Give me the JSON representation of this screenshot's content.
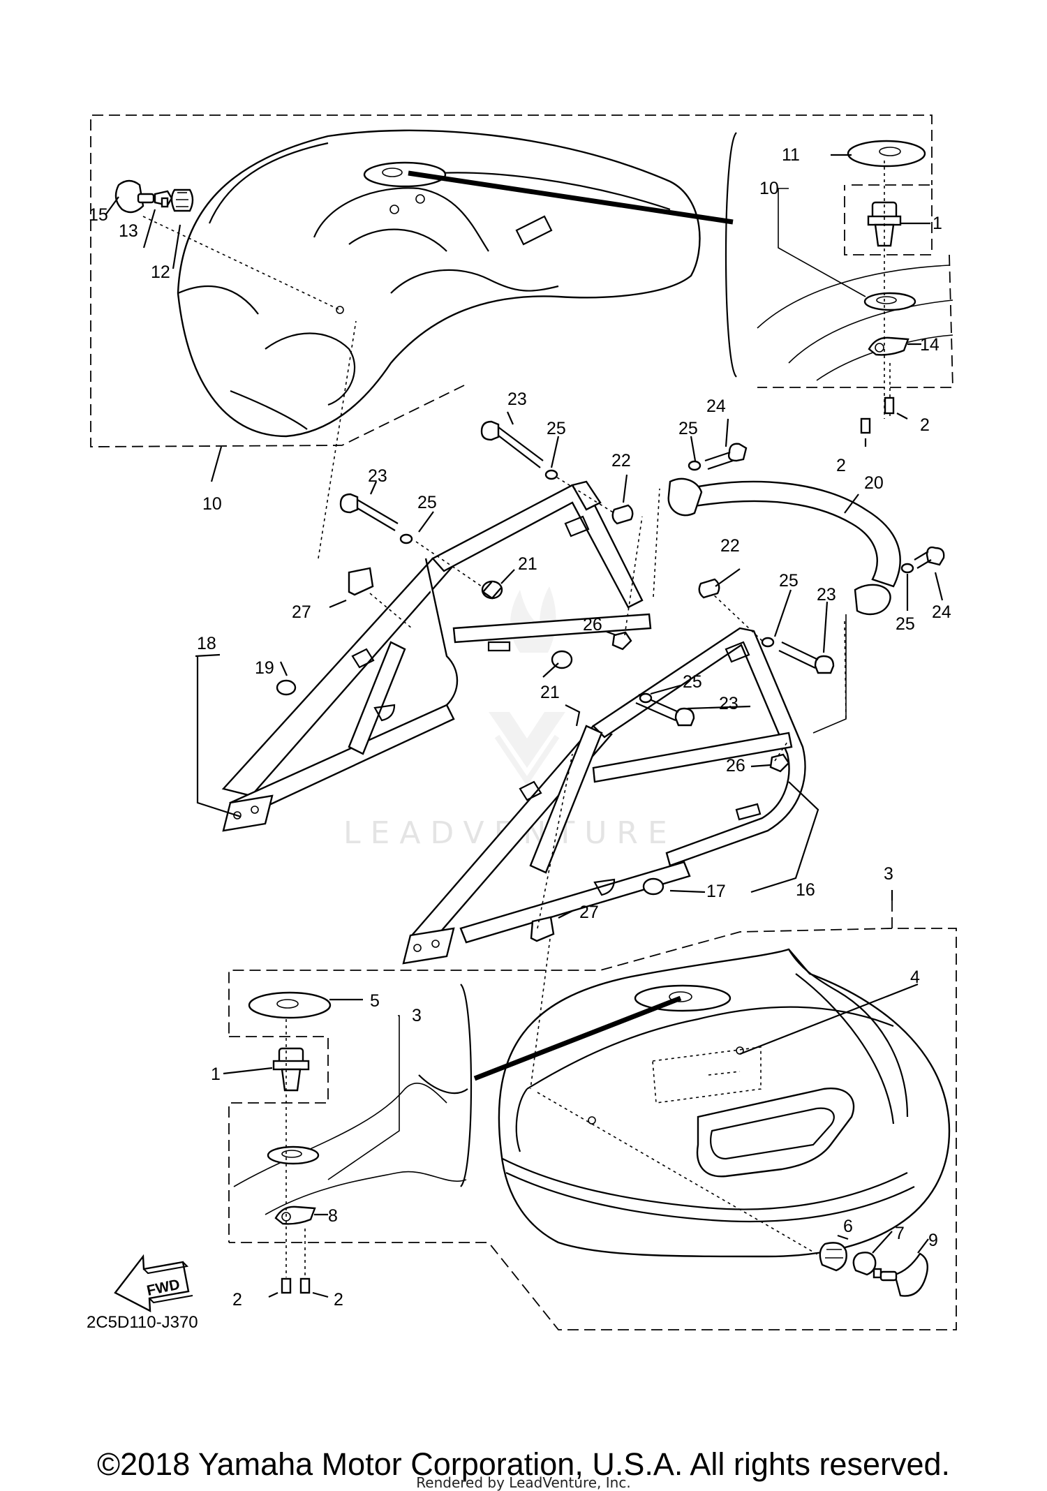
{
  "diagram_code": "2C5D110-J370",
  "fwd_label": "FWD",
  "watermark": "LEADVENTURE",
  "copyright": "©2018 Yamaha Motor Corporation, U.S.A. All rights reserved.",
  "rendered_by": "Rendered by LeadVenture, Inc.",
  "callouts": {
    "c15": "15",
    "c13": "13",
    "c12": "12",
    "c10a": "10",
    "c10b": "10",
    "c11": "11",
    "c1a": "1",
    "c14": "14",
    "c2a": "2",
    "c2b": "2",
    "c23a": "23",
    "c25a": "25",
    "c25b": "25",
    "c24a": "24",
    "c22a": "22",
    "c20": "20",
    "c23b": "23",
    "c25c": "25",
    "c21a": "21",
    "c27a": "27",
    "c18": "18",
    "c19": "19",
    "c26a": "26",
    "c22b": "22",
    "c25d": "25",
    "c23c": "23",
    "c25e": "25",
    "c24b": "24",
    "c21b": "21",
    "c25f": "25",
    "c23d": "23",
    "c26b": "26",
    "c17": "17",
    "c16": "16",
    "c3a": "3",
    "c27b": "27",
    "c5": "5",
    "c3b": "3",
    "c4": "4",
    "c1b": "1",
    "c8": "8",
    "c2c": "2",
    "c2d": "2",
    "c6": "6",
    "c7": "7",
    "c9": "9"
  }
}
